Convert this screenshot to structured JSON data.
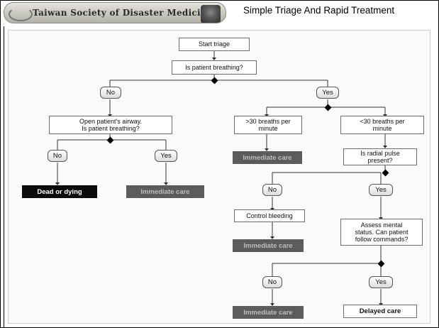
{
  "header": {
    "banner": "Taiwan Society of Disaster Medicine",
    "title": "Simple Triage And Rapid Treatment"
  },
  "flow": {
    "start": "Start triage",
    "breathing_q": "Is patient breathing?",
    "no": "No",
    "yes": "Yes",
    "airway_q": "Open patient's airway.\nIs patient breathing?",
    "dead": "Dead or dying",
    "immediate": "Immediate care",
    "over30": ">30 breaths per\nminute",
    "under30": "<30 breaths per\nminute",
    "pulse_q": "Is radial pulse\npresent?",
    "bleeding": "Control bleeding",
    "mental_q": "Assess mental\nstatus. Can patient\nfollow commands?",
    "delayed": "Delayed care"
  }
}
